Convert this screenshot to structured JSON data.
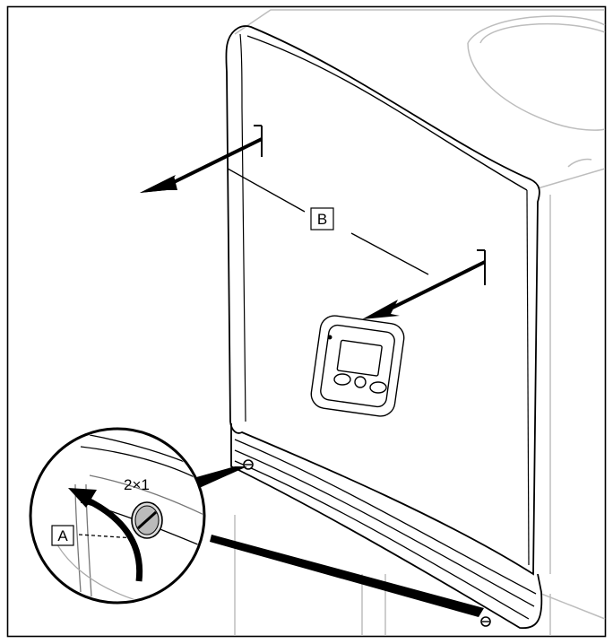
{
  "callouts": {
    "label_a": "A",
    "label_b": "B",
    "screw_count": "2×1"
  },
  "colors": {
    "line": "#000000",
    "casing": "#bdbdbd",
    "background": "#ffffff"
  }
}
